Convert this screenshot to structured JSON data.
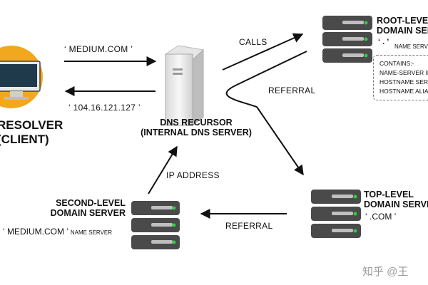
{
  "client": {
    "title_line1": "RESOLVER",
    "title_line2": "(CLIENT)"
  },
  "recursor": {
    "title_line1": "DNS RECURSOR",
    "title_line2": "(INTERNAL DNS SERVER)"
  },
  "root_server": {
    "title_line1": "ROOT-LEVEL",
    "title_line2": "DOMAIN SERVER",
    "zone": "‘ . ’",
    "zone_note": "NAME SERVER",
    "contains": {
      "heading": "CONTAINS:-",
      "items": [
        "NAME-SERVER INFO",
        "HOSTNAME SERVER",
        "HOSTNAME ALIAS"
      ]
    }
  },
  "tld_server": {
    "title_line1": "TOP-LEVEL",
    "title_line2": "DOMAIN SERVER",
    "zone": "‘ .COM ’"
  },
  "second_level_server": {
    "title_line1": "SECOND-LEVEL",
    "title_line2": "DOMAIN SERVER",
    "zone": "‘ MEDIUM.COM ’",
    "zone_note": "NAME SERVER"
  },
  "edges": {
    "query": "‘ MEDIUM.COM ’",
    "answer": "‘ 104.16.121.127 ’",
    "calls": "CALLS",
    "referral_root": "REFERRAL",
    "referral_tld": "REFERRAL",
    "ip_address": "IP ADDRESS"
  },
  "watermark": "知乎 @王",
  "colors": {
    "server_body": "#4a4a4a",
    "server_led": "#2ecc40",
    "monitor_frame": "#f2a81d",
    "screen": "#1f3a4a",
    "arrow": "#111111"
  }
}
